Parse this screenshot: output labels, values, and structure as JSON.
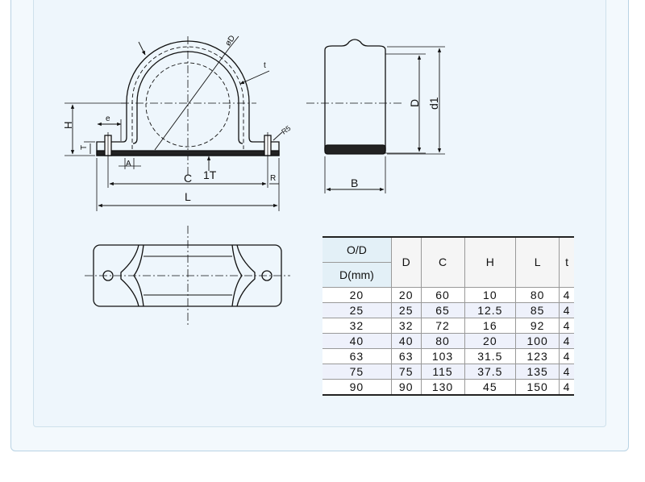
{
  "drawing": {
    "front_labels": {
      "H": "H",
      "T": "T",
      "e": "e",
      "A": "A",
      "C": "C",
      "thickness_1T": "1T",
      "R": "R",
      "L": "L",
      "oD": "øD",
      "t": "t",
      "R5": "R5"
    },
    "side_labels": {
      "D": "D",
      "d1": "d1",
      "B": "B"
    }
  },
  "spec_table": {
    "header_od": "O/D",
    "header_dmm": "D(mm)",
    "columns": [
      "D",
      "C",
      "H",
      "L",
      "t"
    ],
    "rows": [
      [
        "20",
        "20",
        "60",
        "10",
        "80",
        "4"
      ],
      [
        "25",
        "25",
        "65",
        "12.5",
        "85",
        "4"
      ],
      [
        "32",
        "32",
        "72",
        "16",
        "92",
        "4"
      ],
      [
        "40",
        "40",
        "80",
        "20",
        "100",
        "4"
      ],
      [
        "63",
        "63",
        "103",
        "31.5",
        "123",
        "4"
      ],
      [
        "75",
        "75",
        "115",
        "37.5",
        "135",
        "4"
      ],
      [
        "90",
        "90",
        "130",
        "45",
        "150",
        "4"
      ]
    ]
  }
}
